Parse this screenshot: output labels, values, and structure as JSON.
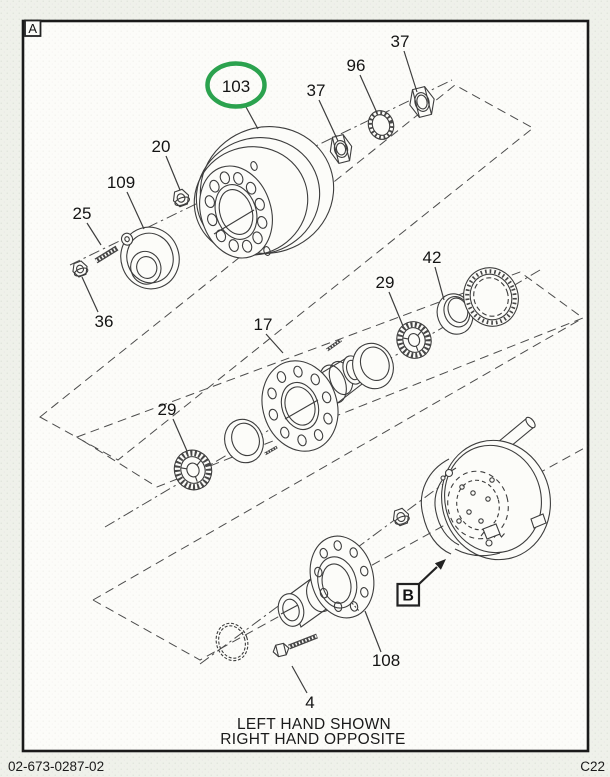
{
  "drawing": {
    "view_label": "A",
    "detail_label": "B",
    "caption_line1": "LEFT HAND SHOWN",
    "caption_line2": "RIGHT HAND OPPOSITE"
  },
  "footer": {
    "document_number": "02-673-0287-02",
    "page_code": "C22"
  },
  "highlight": {
    "color": "#2ba24e",
    "circled_label": "103"
  },
  "callouts": [
    {
      "label": "103"
    },
    {
      "label": "37"
    },
    {
      "label": "96"
    },
    {
      "label": "37"
    },
    {
      "label": "20"
    },
    {
      "label": "109"
    },
    {
      "label": "25"
    },
    {
      "label": "36"
    },
    {
      "label": "17"
    },
    {
      "label": "29"
    },
    {
      "label": "42"
    },
    {
      "label": "29"
    },
    {
      "label": "108"
    },
    {
      "label": "4"
    }
  ]
}
